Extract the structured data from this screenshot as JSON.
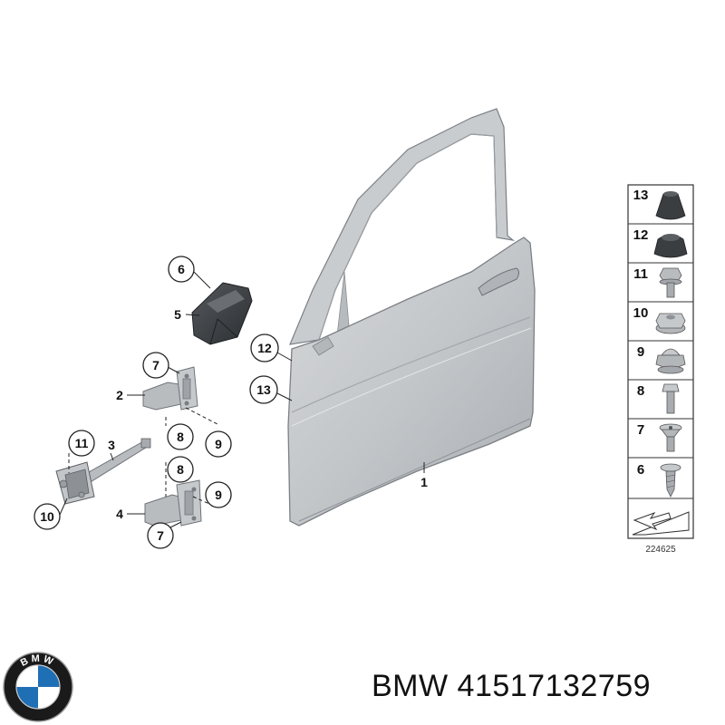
{
  "callouts": [
    {
      "id": "c6",
      "label": "6"
    },
    {
      "id": "c5",
      "label": "5"
    },
    {
      "id": "c7a",
      "label": "7"
    },
    {
      "id": "c2",
      "label": "2"
    },
    {
      "id": "c8a",
      "label": "8"
    },
    {
      "id": "c9a",
      "label": "9"
    },
    {
      "id": "c11",
      "label": "11"
    },
    {
      "id": "c3",
      "label": "3"
    },
    {
      "id": "c8b",
      "label": "8"
    },
    {
      "id": "c9b",
      "label": "9"
    },
    {
      "id": "c10",
      "label": "10"
    },
    {
      "id": "c4",
      "label": "4"
    },
    {
      "id": "c7b",
      "label": "7"
    },
    {
      "id": "c12",
      "label": "12"
    },
    {
      "id": "c13",
      "label": "13"
    },
    {
      "id": "c1",
      "label": "1"
    }
  ],
  "legend": {
    "items": [
      "13",
      "12",
      "11",
      "10",
      "9",
      "8",
      "7",
      "6"
    ],
    "diagram_number": "224625"
  },
  "caption": {
    "brand": "BMW",
    "part_number": "41517132759",
    "text": "BMW 41517132759"
  },
  "logo": {
    "text": "BMW",
    "colors": {
      "ring": "#1a1a1a",
      "blue": "#1f6fb5",
      "white": "#ffffff"
    }
  },
  "colors": {
    "door": "#c7cacd",
    "door_dark": "#9ea2a6",
    "part_dark": "#3a3d40",
    "hinge": "#b9bcbf"
  }
}
